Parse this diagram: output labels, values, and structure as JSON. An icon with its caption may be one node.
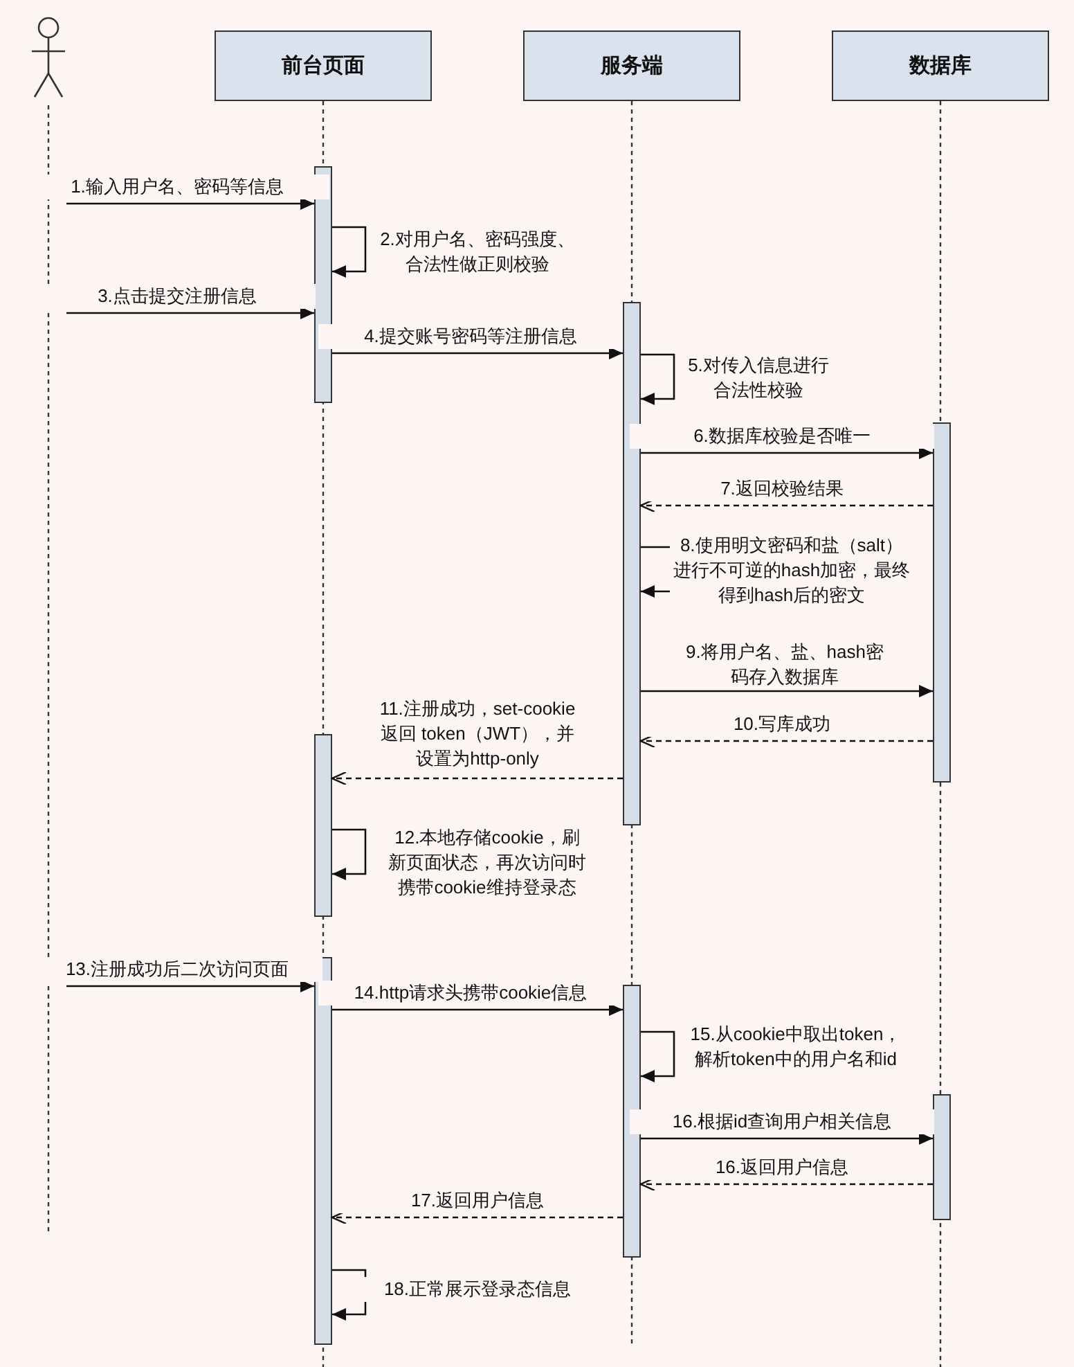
{
  "diagram": {
    "nodes": [
      {
        "text": [],
        "shape": "person"
      },
      {
        "text": [
          "前台页面"
        ]
      },
      {
        "text": [
          "服务端"
        ]
      },
      {
        "text": [
          "数据库"
        ]
      },
      {
        "text": [],
        "shape": "bar"
      },
      {
        "text": [],
        "shape": "bar"
      },
      {
        "text": [],
        "shape": "bar"
      },
      {
        "text": [],
        "shape": "bar"
      },
      {
        "text": [],
        "shape": "bar"
      },
      {
        "text": [],
        "shape": "bar"
      },
      {
        "text": [],
        "shape": "bar"
      }
    ],
    "edges": [
      {
        "from": 0,
        "to": 4,
        "arrow": "to",
        "label": "1.输入用户名、密码等信息"
      },
      {
        "from": 4,
        "to": 4,
        "arrow": "to",
        "label": "2.对用户名、密码强度、合法性做正则校验"
      },
      {
        "from": 0,
        "to": 4,
        "arrow": "to",
        "label": "3.点击提交注册信息"
      },
      {
        "from": 4,
        "to": 5,
        "arrow": "to",
        "label": "4.提交账号密码等注册信息"
      },
      {
        "from": 5,
        "to": 5,
        "arrow": "to",
        "label": "5.对传入信息进行合法性校验"
      },
      {
        "from": 5,
        "to": 6,
        "arrow": "to",
        "label": "6.数据库校验是否唯一"
      },
      {
        "from": 6,
        "to": 5,
        "arrow": "to",
        "style": "dashed",
        "label": "7.返回校验结果"
      },
      {
        "from": 5,
        "to": 5,
        "arrow": "to",
        "label": "8.使用明文密码和盐（salt）进行不可逆的hash加密，最终得到hash后的密文"
      },
      {
        "from": 5,
        "to": 6,
        "arrow": "to",
        "label": "9.将用户名、盐、hash密码存入数据库"
      },
      {
        "from": 6,
        "to": 5,
        "arrow": "to",
        "style": "dashed",
        "label": "10.写库成功"
      },
      {
        "from": 5,
        "to": 7,
        "arrow": "to",
        "style": "dashed",
        "label": "11.注册成功，set-cookie返回 token（JWT），并设置为http-only"
      },
      {
        "from": 7,
        "to": 7,
        "arrow": "to",
        "label": "12.本地存储cookie，刷新页面状态，再次访问时携带cookie维持登录态"
      },
      {
        "from": 0,
        "to": 8,
        "arrow": "to",
        "label": "13.注册成功后二次访问页面"
      },
      {
        "from": 8,
        "to": 9,
        "arrow": "to",
        "label": "14.http请求头携带cookie信息"
      },
      {
        "from": 9,
        "to": 9,
        "arrow": "to",
        "label": "15.从cookie中取出token，解析token中的用户名和id"
      },
      {
        "from": 9,
        "to": 10,
        "arrow": "to",
        "label": "16.根据id查询用户相关信息"
      },
      {
        "from": 10,
        "to": 9,
        "arrow": "to",
        "style": "dashed",
        "label": "16.返回用户信息"
      },
      {
        "from": 9,
        "to": 8,
        "arrow": "to",
        "style": "dashed",
        "label": "17.返回用户信息"
      },
      {
        "from": 8,
        "to": 8,
        "arrow": "to",
        "label": "18.正常展示登录态信息"
      }
    ]
  }
}
